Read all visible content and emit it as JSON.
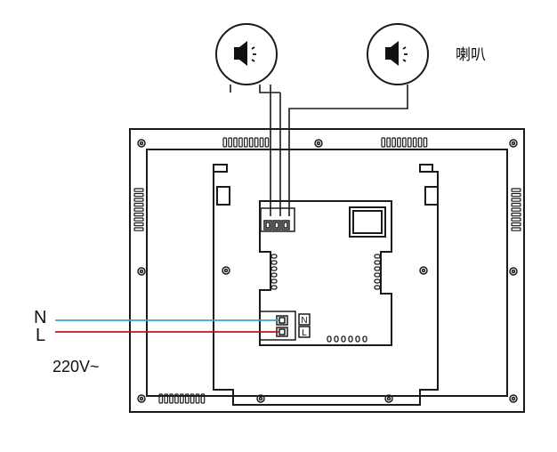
{
  "labels": {
    "speaker_label": "喇叭",
    "neutral": "N",
    "live": "L",
    "voltage": "220V~",
    "terminal_n_mark": "N",
    "terminal_l_mark": "L"
  },
  "colors": {
    "neutral_wire": "#3aa0d8",
    "live_wire": "#c0141b",
    "outline": "#1a1a1a"
  },
  "icons": [
    "speaker-icon",
    "speaker-icon"
  ]
}
